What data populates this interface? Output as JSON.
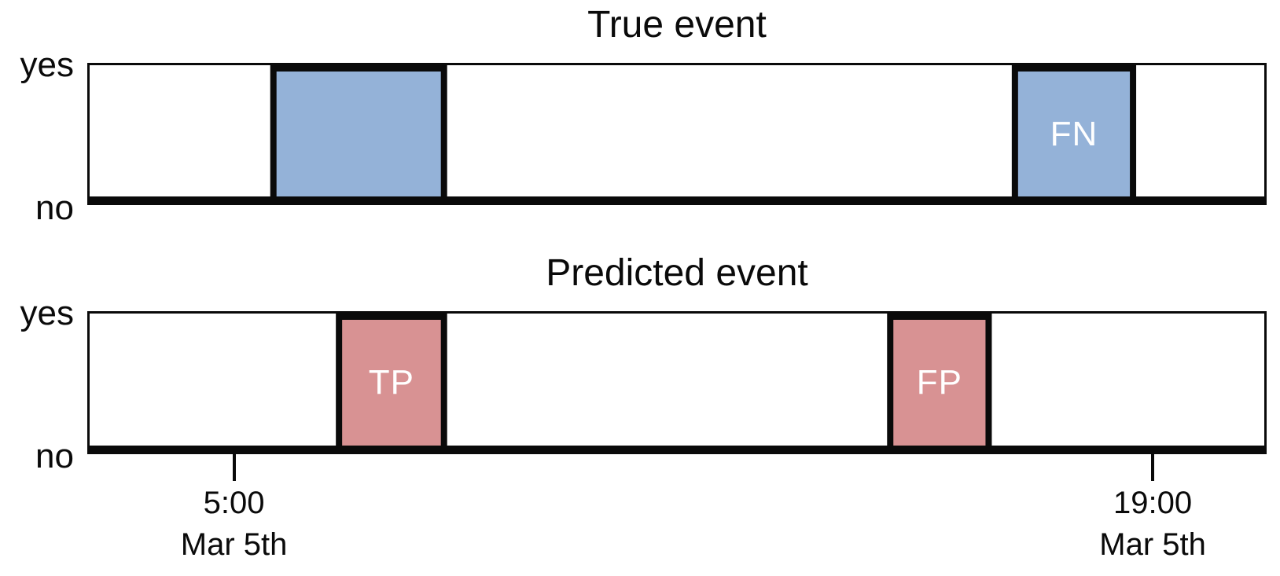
{
  "figure": {
    "background": "#ffffff",
    "text_color": "#0a0a0a"
  },
  "chart_data": [
    {
      "type": "step-timeline",
      "title": "True event",
      "y_labels": [
        "yes",
        "no"
      ],
      "event_fill_color": "#94b2d8",
      "event_label_color": "#ffffff",
      "line_color": "#0a0a0a",
      "x_axis": {
        "unit": "hour-of-day",
        "range": [
          2.8,
          20.7
        ],
        "ticks": []
      },
      "events": [
        {
          "label": "",
          "start": 5.6,
          "end": 8.2
        },
        {
          "label": "FN",
          "start": 16.9,
          "end": 18.7
        }
      ]
    },
    {
      "type": "step-timeline",
      "title": "Predicted event",
      "y_labels": [
        "yes",
        "no"
      ],
      "event_fill_color": "#d89293",
      "event_label_color": "#ffffff",
      "line_color": "#0a0a0a",
      "x_axis": {
        "unit": "hour-of-day",
        "range": [
          2.8,
          20.7
        ],
        "ticks": [
          {
            "value": 5,
            "label_line1": "5:00",
            "label_line2": "Mar 5th"
          },
          {
            "value": 19,
            "label_line1": "19:00",
            "label_line2": "Mar 5th"
          }
        ]
      },
      "events": [
        {
          "label": "TP",
          "start": 6.6,
          "end": 8.2
        },
        {
          "label": "FP",
          "start": 15.0,
          "end": 16.5
        }
      ]
    }
  ]
}
